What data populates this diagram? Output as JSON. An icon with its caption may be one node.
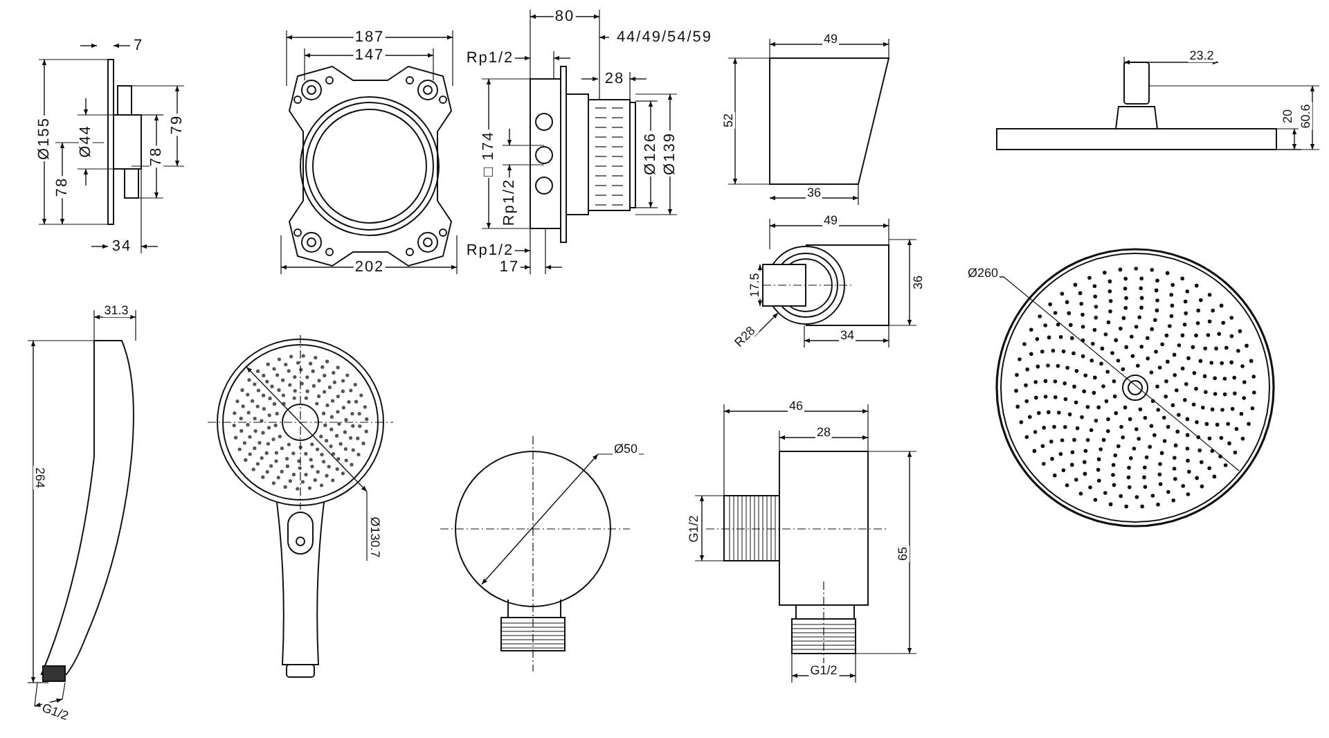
{
  "diagram": {
    "labels": [
      "7",
      "Ø155",
      "Ø44",
      "78",
      "79",
      "78",
      "34",
      "187",
      "147",
      "202",
      "80",
      "44/49/54/59",
      "Rp1/2",
      "28",
      "□ 174",
      "Rp1/2",
      "Ø126",
      "Ø139",
      "Rp1/2",
      "17",
      "49",
      "52",
      "36",
      "49",
      "17.5",
      "36",
      "R28",
      "34",
      "23.2",
      "20",
      "60.6",
      "Ø260",
      "31.3",
      "264",
      "G1/2",
      "Ø130.7",
      "Ø50",
      "46",
      "28",
      "G1/2",
      "65",
      "G1/2"
    ]
  }
}
